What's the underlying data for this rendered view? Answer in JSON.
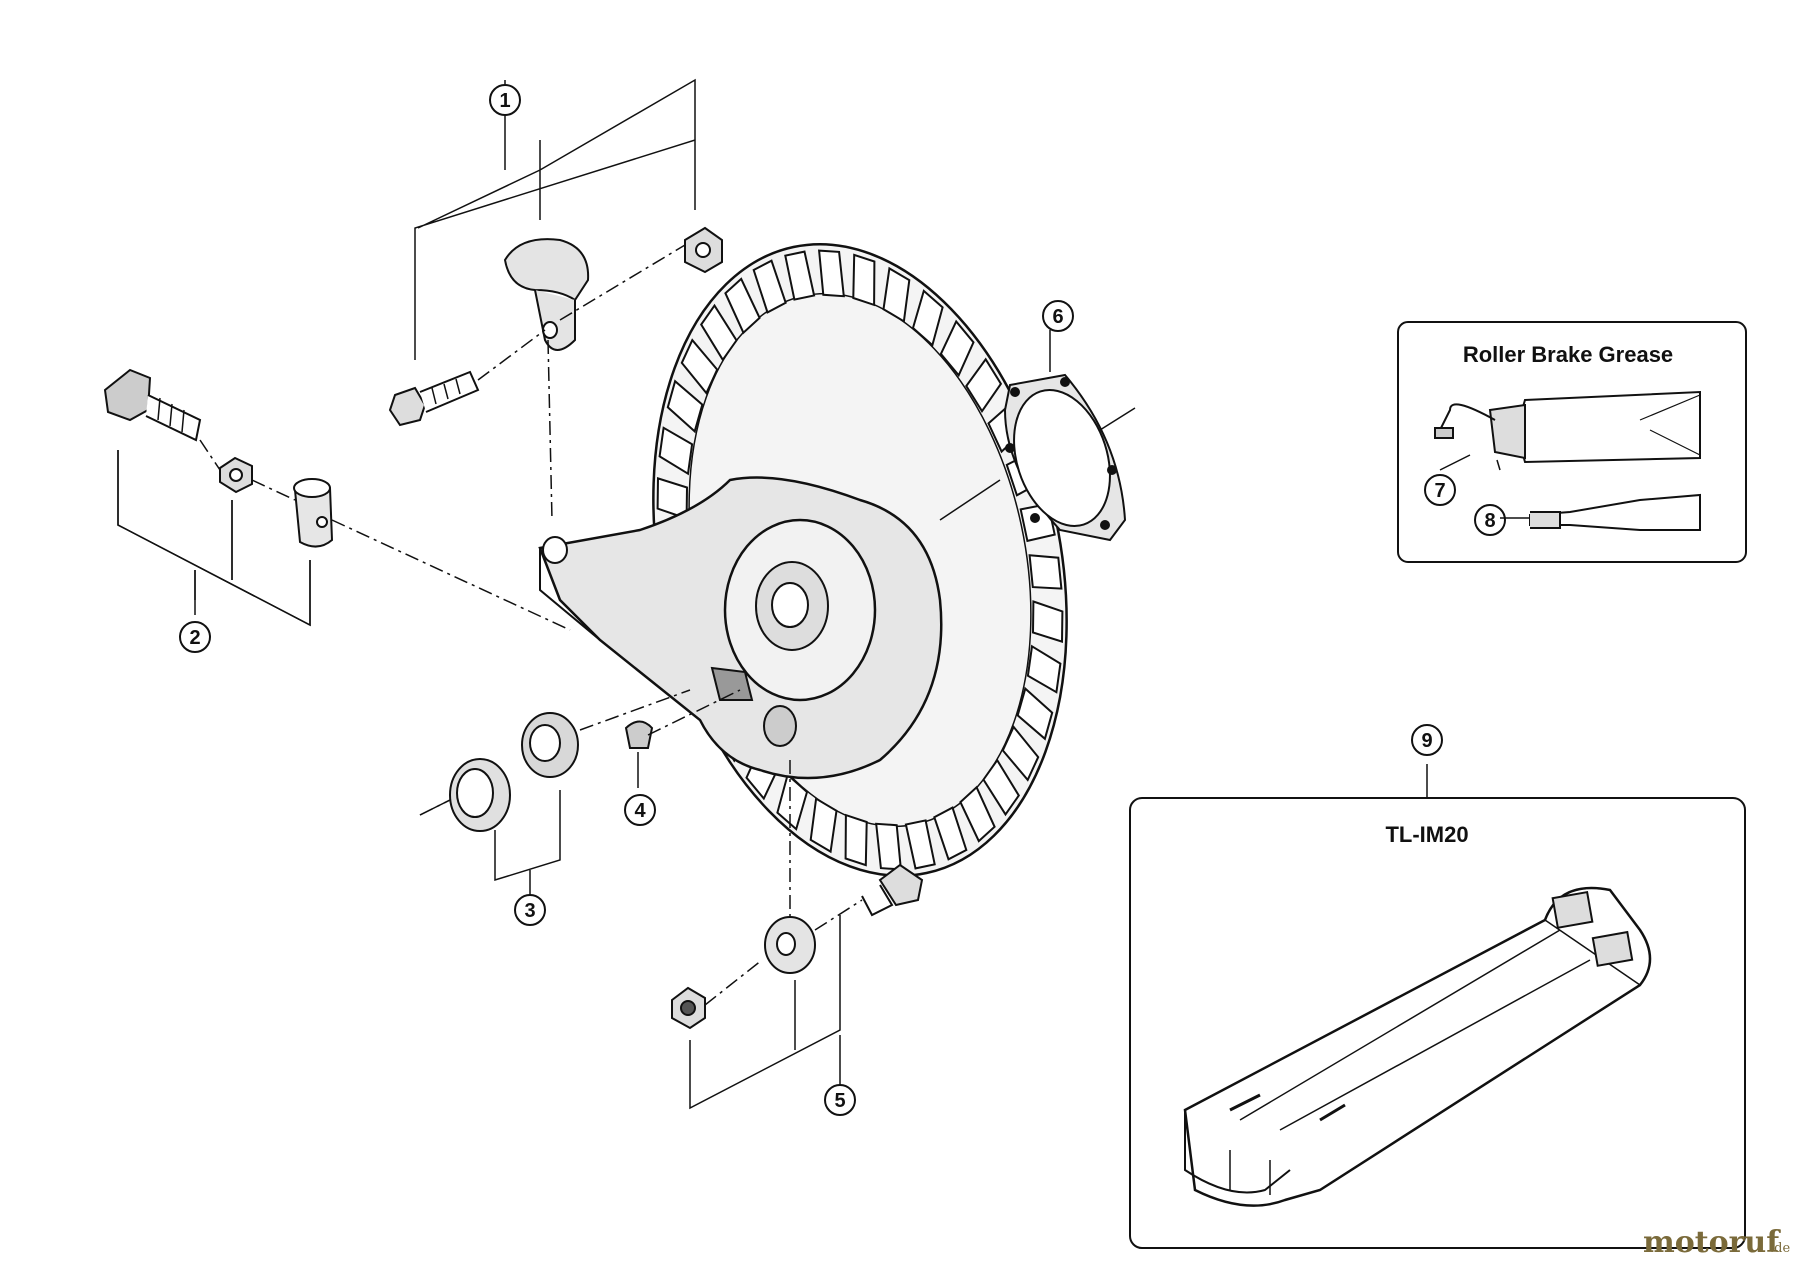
{
  "callouts": [
    {
      "label": "1",
      "part": "cable-clamp-set"
    },
    {
      "label": "2",
      "part": "adjusting-bolt-set"
    },
    {
      "label": "3",
      "part": "cone-washer-set"
    },
    {
      "label": "4",
      "part": "grease-cap"
    },
    {
      "label": "5",
      "part": "clamp-bolt-set"
    },
    {
      "label": "6",
      "part": "seal-ring"
    },
    {
      "label": "7",
      "part": "grease-tube"
    },
    {
      "label": "8",
      "part": "grease-syringe"
    },
    {
      "label": "9",
      "part": "tool-tl-im20"
    }
  ],
  "grease_box": {
    "title": "Roller Brake Grease"
  },
  "tool_box": {
    "title": "TL-IM20"
  },
  "watermark": {
    "brand": "motoruf",
    "tld": ".de"
  },
  "colors": {
    "line": "#111111",
    "shade": "#d9d9d9",
    "dark": "#555555",
    "watermark": "#7a6a3a"
  }
}
